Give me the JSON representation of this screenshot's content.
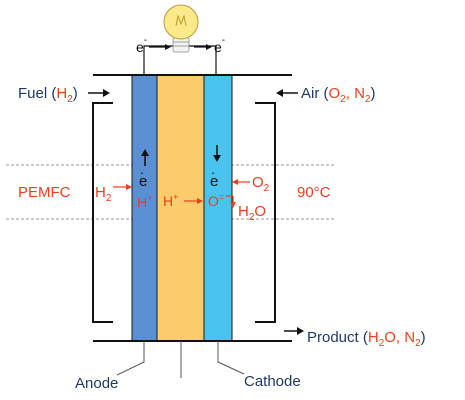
{
  "colors": {
    "anode": "#5b8fd4",
    "electrolyte": "#fccb6a",
    "cathode": "#48c4ee",
    "red_text": "#e8401c",
    "navy_text": "#1f3864",
    "black": "#111111",
    "bulb": "#fbe98a",
    "dashed": "#9a9a9a"
  },
  "icons": [
    "light-bulb-icon",
    "arrow-right-icon",
    "arrow-left-icon",
    "arrow-up-icon",
    "arrow-down-icon"
  ],
  "labels": {
    "fuel_prefix": "Fuel (",
    "fuel_species": "H",
    "fuel_sub": "2",
    "fuel_suffix": ")",
    "air_prefix": "Air (",
    "air_o": "O",
    "air_o_sub": "2",
    "air_comma": ", N",
    "air_n_sub": "2",
    "air_suffix": ")",
    "product_prefix": "Product (",
    "product_h": "H",
    "product_h_sub": "2",
    "product_o": "O, N",
    "product_n_sub": "2",
    "product_suffix": ")",
    "pemfc": "PEMFC",
    "temperature": "90°C",
    "anode": "Anode",
    "cathode": "Cathode"
  },
  "species": {
    "electron": "e",
    "electron_charge": "-",
    "h2_main": "H",
    "h2_sub": "2",
    "h_plus": "H",
    "h_plus_charge": "+",
    "o2_main": "O",
    "o2_sub": "2",
    "o_ion": "O",
    "o_ion_charge": "=",
    "h2o_h": "H",
    "h2o_sub": "2",
    "h2o_o": "O"
  }
}
